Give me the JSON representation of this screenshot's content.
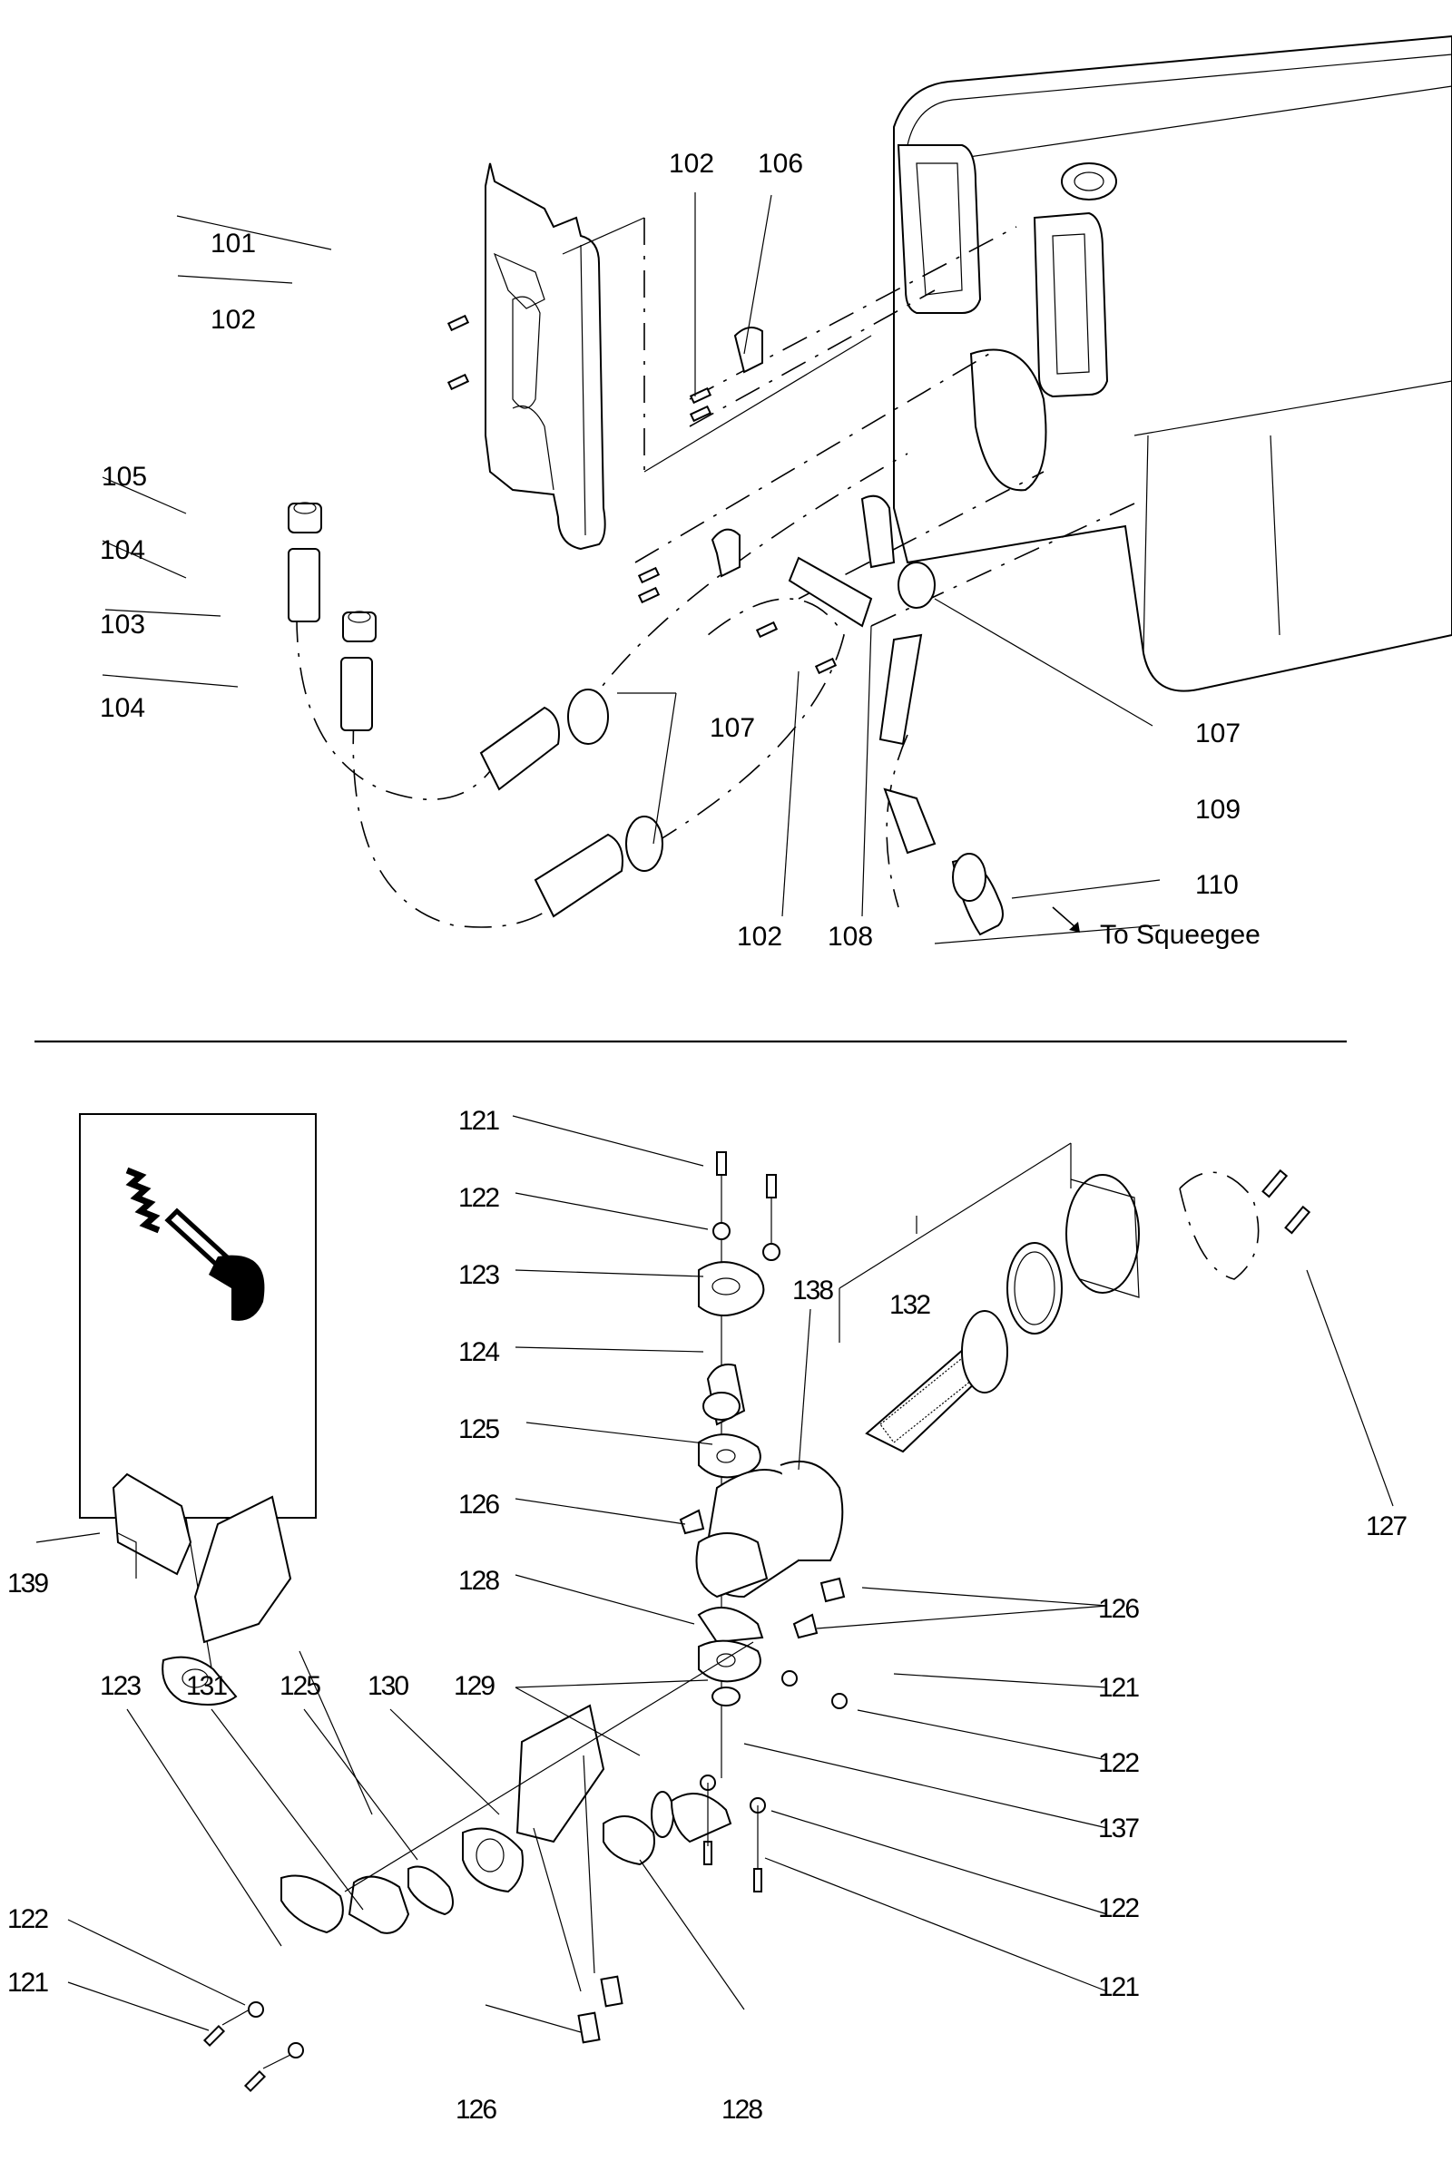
{
  "diagram": {
    "type": "exploded-parts-diagram",
    "top_section": {
      "labels": [
        "101",
        "102",
        "102",
        "106",
        "105",
        "104",
        "103",
        "104",
        "107",
        "107",
        "109",
        "110",
        "102",
        "108"
      ],
      "note": "To Squeegee"
    },
    "bottom_section": {
      "labels": [
        "121",
        "122",
        "123",
        "124",
        "125",
        "126",
        "128",
        "138",
        "132",
        "127",
        "139",
        "126",
        "121",
        "122",
        "129",
        "137",
        "122",
        "121",
        "123",
        "131",
        "125",
        "130",
        "122",
        "121",
        "126",
        "128"
      ]
    }
  }
}
